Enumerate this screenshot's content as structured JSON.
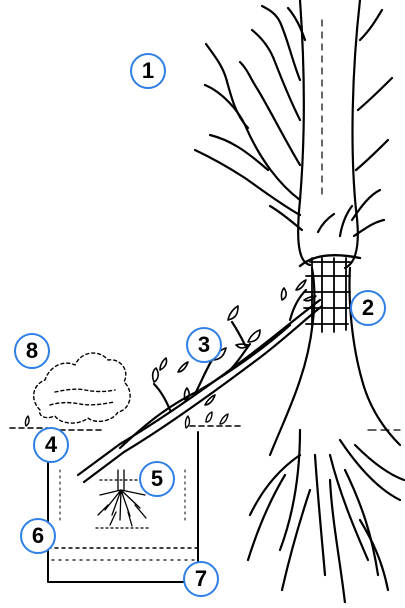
{
  "markers": [
    {
      "id": "1",
      "label": "1"
    },
    {
      "id": "2",
      "label": "2"
    },
    {
      "id": "3",
      "label": "3"
    },
    {
      "id": "4",
      "label": "4"
    },
    {
      "id": "5",
      "label": "5"
    },
    {
      "id": "6",
      "label": "6"
    },
    {
      "id": "7",
      "label": "7"
    },
    {
      "id": "8",
      "label": "8"
    }
  ],
  "colors": {
    "ink": "#000000",
    "marker_ring": "#2f7fe6",
    "background": "#ffffff"
  }
}
